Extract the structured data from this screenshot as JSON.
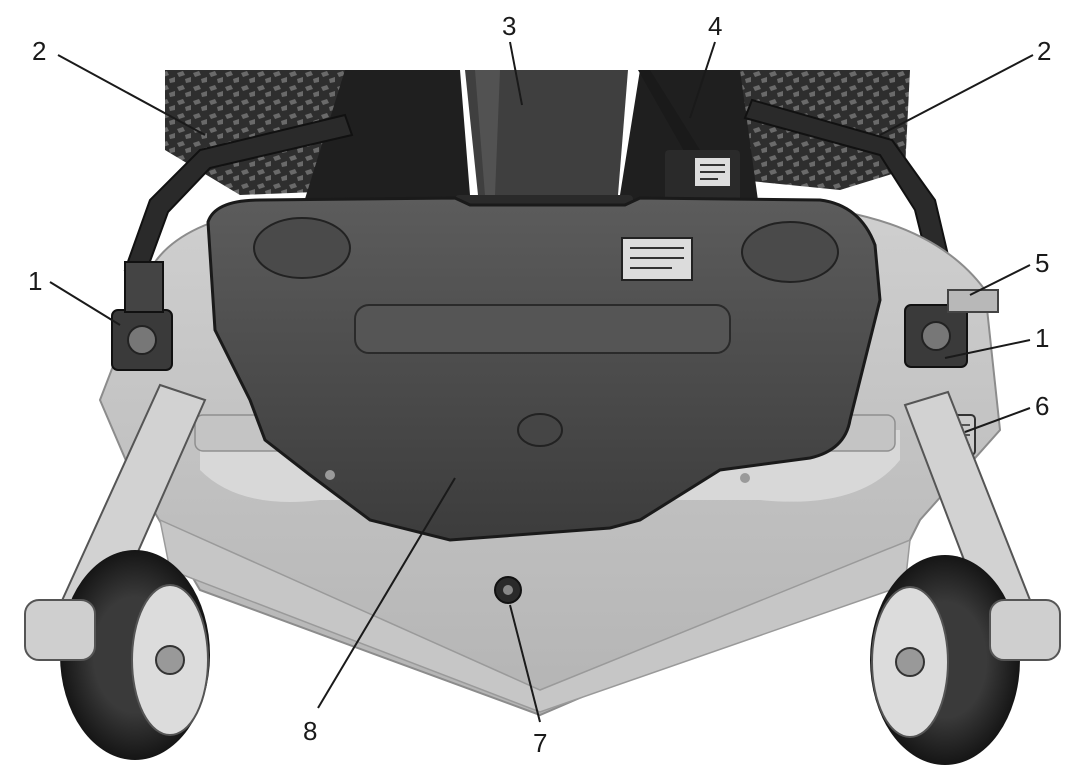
{
  "diagram": {
    "callouts": [
      {
        "id": "1-left",
        "label": "1"
      },
      {
        "id": "1-right",
        "label": "1"
      },
      {
        "id": "2-left",
        "label": "2"
      },
      {
        "id": "2-right",
        "label": "2"
      },
      {
        "id": "3",
        "label": "3"
      },
      {
        "id": "4",
        "label": "4"
      },
      {
        "id": "5",
        "label": "5"
      },
      {
        "id": "6",
        "label": "6"
      },
      {
        "id": "7",
        "label": "7"
      },
      {
        "id": "8",
        "label": "8"
      }
    ]
  }
}
